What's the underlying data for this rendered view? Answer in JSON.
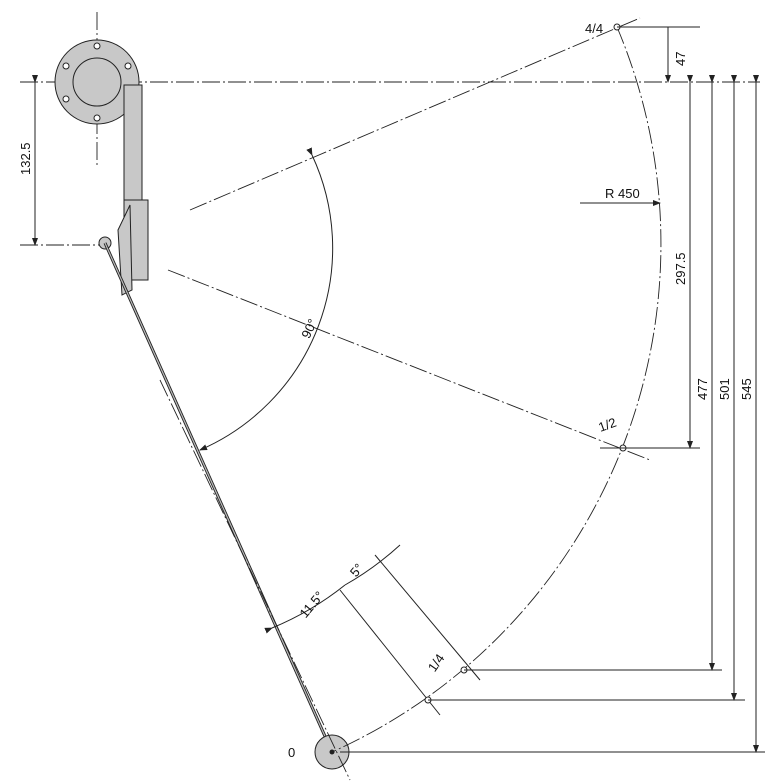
{
  "labels": {
    "full": "4/4",
    "half": "1/2",
    "quarter": "1/4",
    "zero": "0",
    "radius": "R 450",
    "angle_sweep": "90°",
    "angle_small": "5°",
    "angle_tilt": "11.5°"
  },
  "dimensions": {
    "d47": "47",
    "d132_5": "132.5",
    "d297_5": "297.5",
    "d477": "477",
    "d501": "501",
    "d545": "545"
  }
}
